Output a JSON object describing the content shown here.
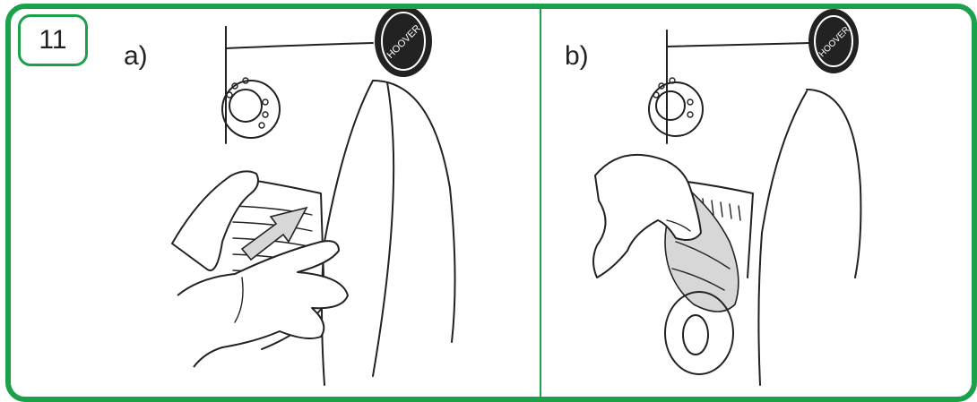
{
  "step": {
    "number": "11"
  },
  "panels": [
    {
      "label": "a)"
    },
    {
      "label": "b)"
    }
  ],
  "logo": {
    "text": "HOOVER"
  },
  "colors": {
    "frame": "#1aa14a",
    "line": "#222222",
    "arrow_fill": "#d7d7d7"
  },
  "icons": {
    "arrow": "down-left-arrow-icon"
  }
}
